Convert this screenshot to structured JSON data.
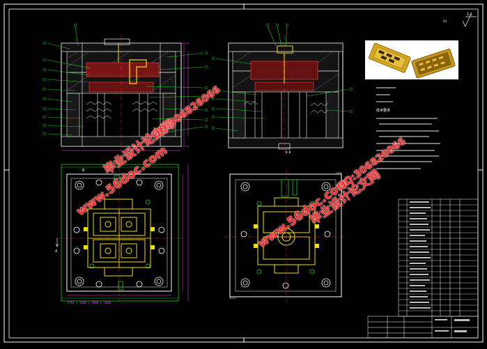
{
  "drawing": {
    "scale_label": "1:1",
    "tiny_label": "A3",
    "section_mark": "A",
    "tech_header": "技术要求",
    "dimension_labels": [
      "B",
      "B",
      "A",
      "A"
    ]
  },
  "watermarks": {
    "site": "www.56doc.com",
    "qq": "QQ:306826066",
    "brand": "毕业设计论文网"
  },
  "colors": {
    "frame": "#ffffff",
    "mold_outline": "#ffffff",
    "green_parts": "#19d219",
    "yellow_parts": "#f0e000",
    "magenta_dims": "#ff40ff",
    "cyan_text": "#40e0e0",
    "watermark": "#ff2a2a",
    "product_gold": "#d9a81a"
  }
}
